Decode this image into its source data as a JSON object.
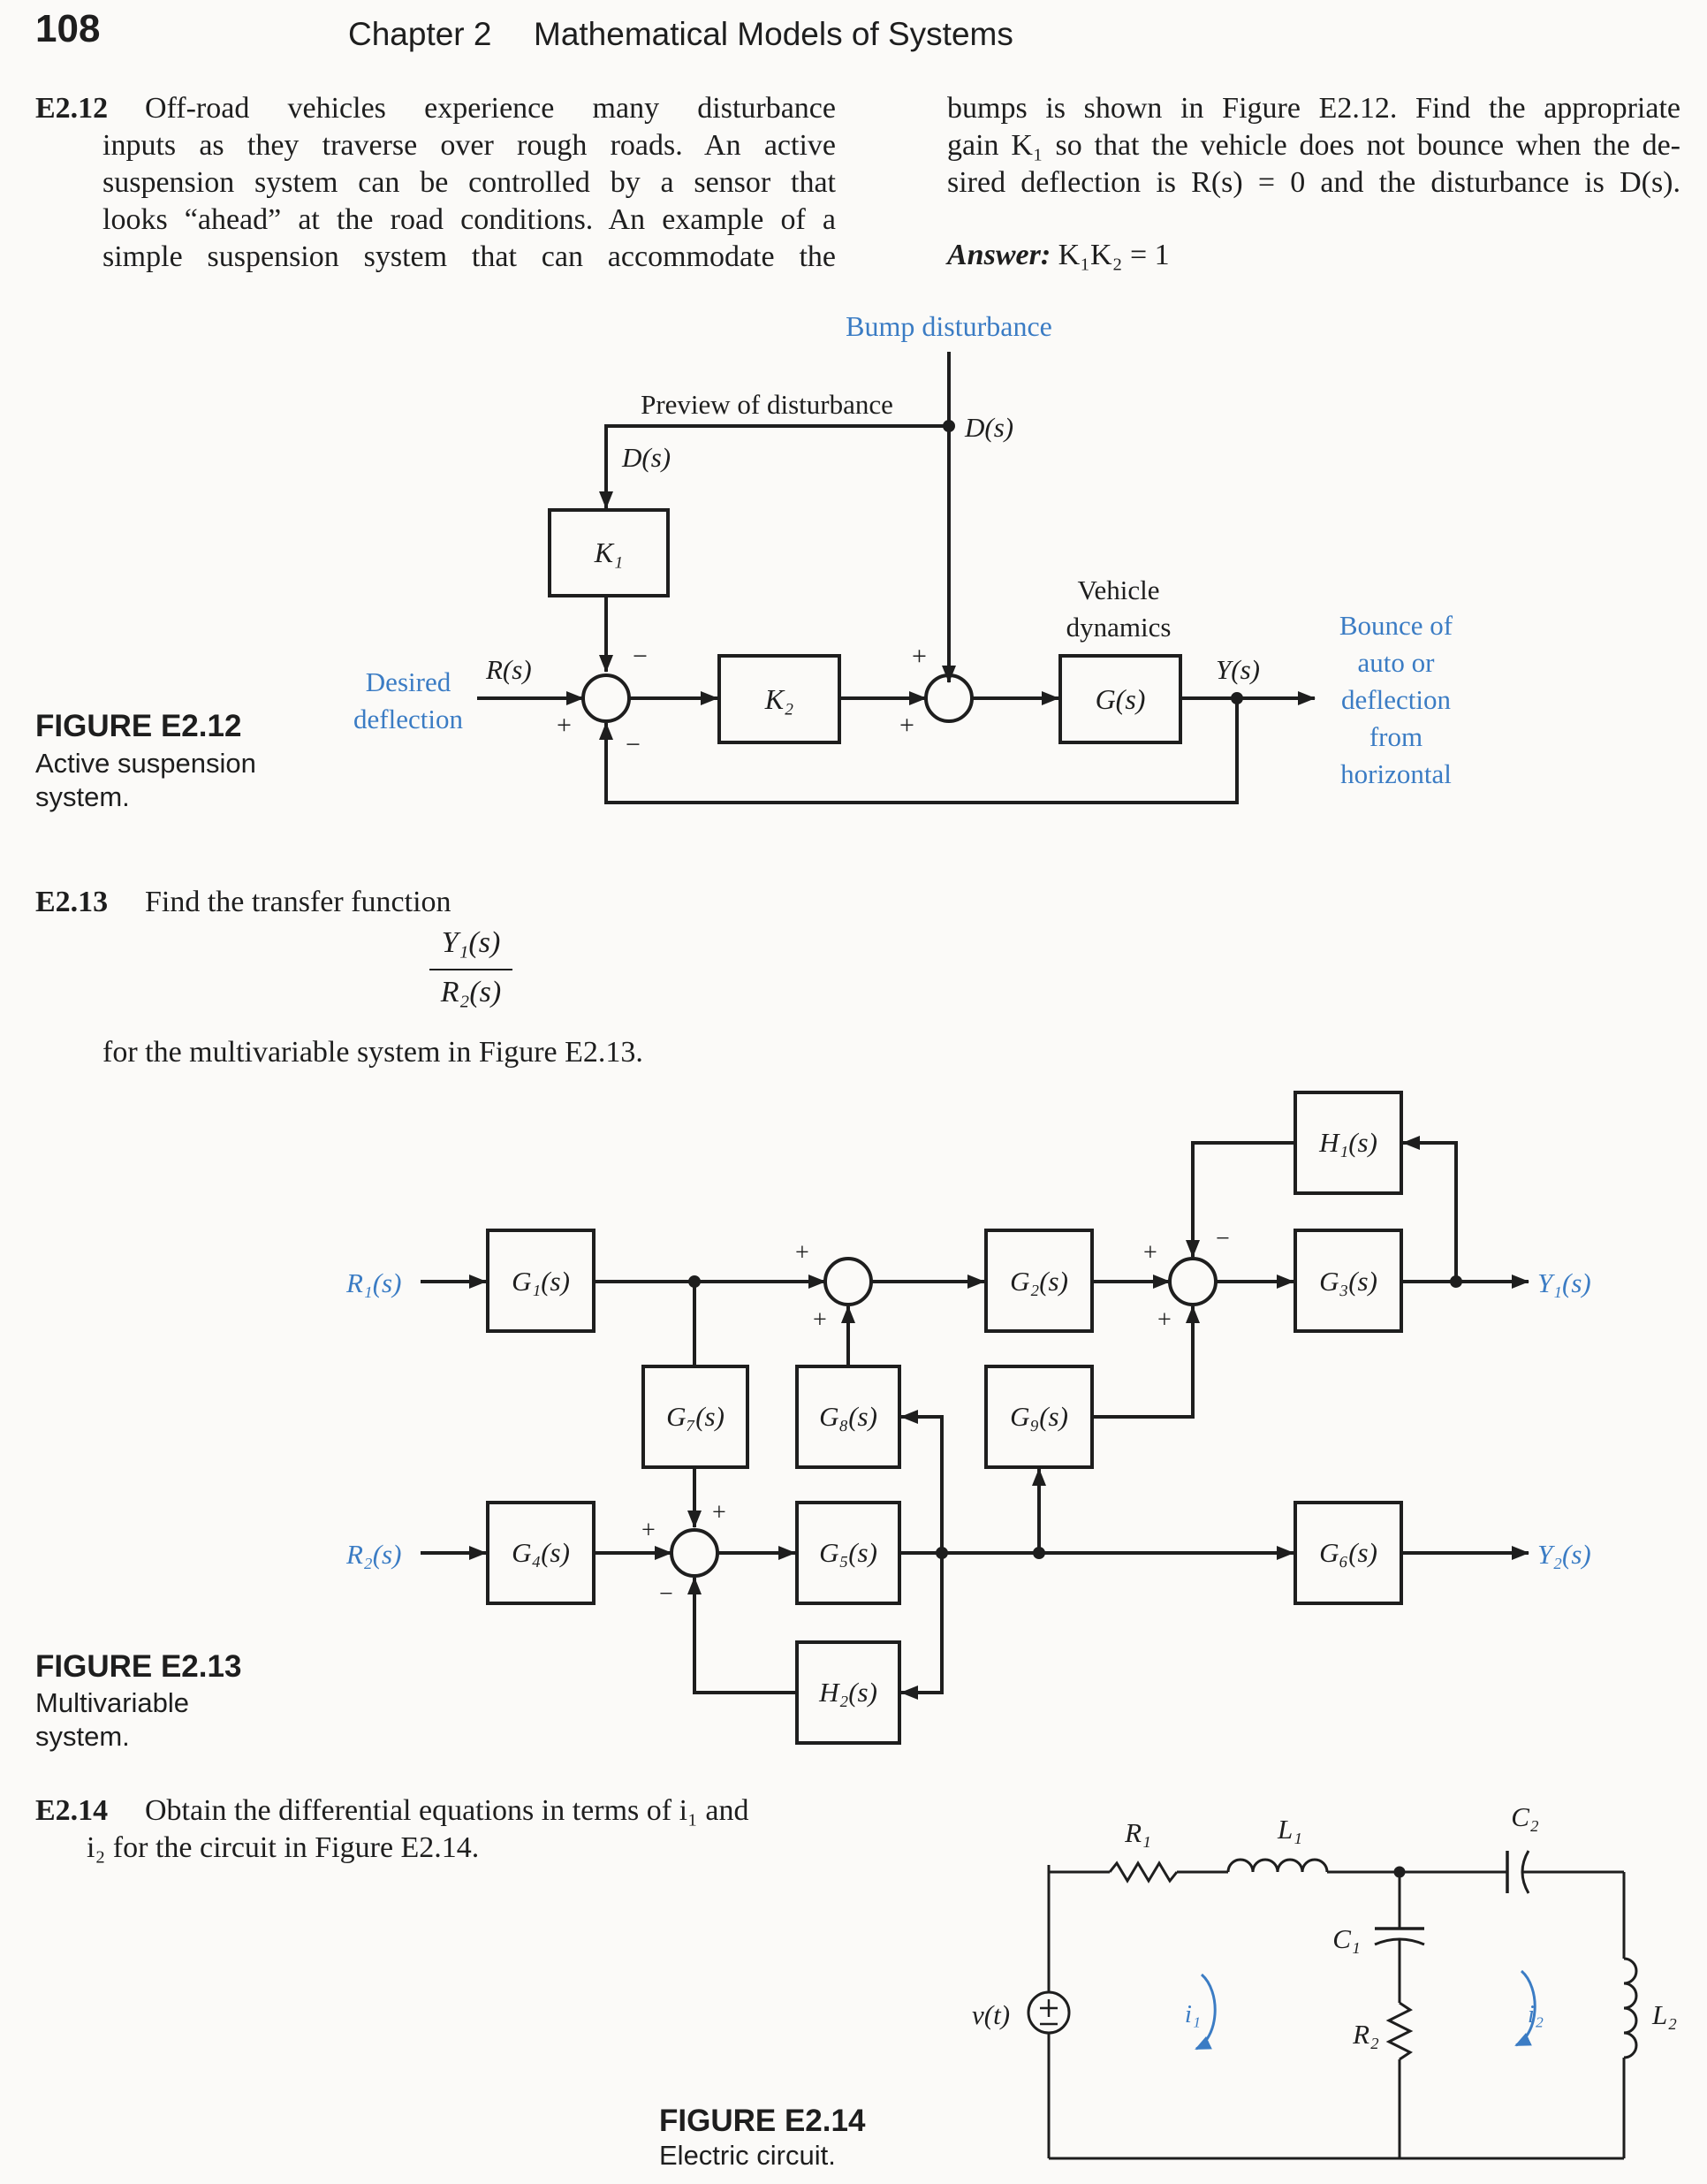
{
  "header": {
    "page_number": "108",
    "chapter": "Chapter 2",
    "chapter_title": "Mathematical Models of Systems"
  },
  "e2_12": {
    "number": "E2.12",
    "lines_left": [
      "Off-road vehicles experience many disturbance",
      "inputs as they traverse over rough roads. An active",
      "suspension system can be controlled by a sensor that",
      "looks “ahead” at the road conditions. An example of a",
      "simple suspension system that can accommodate the"
    ],
    "lines_right": [
      "bumps is shown in Figure E2.12. Find the appropriate",
      "gain K₁ so that the vehicle does not bounce when the de-",
      "sired deflection is R(s) = 0 and the disturbance is D(s)."
    ],
    "answer_label": "Answer:",
    "answer_value": "K₁K₂ = 1"
  },
  "figure_e2_12": {
    "caption_title": "FIGURE E2.12",
    "caption_lines": [
      "Active suspension",
      "system."
    ],
    "bump_disturbance": "Bump disturbance",
    "preview_of_disturbance": "Preview of disturbance",
    "d_label_left": "D(s)",
    "d_label_right": "D(s)",
    "k1": "K₁",
    "k2": "K₂",
    "vehicle_dynamics_lines": [
      "Vehicle",
      "dynamics"
    ],
    "g": "G(s)",
    "desired_deflection_lines": [
      "Desired",
      "deflection"
    ],
    "r": "R(s)",
    "y": "Y(s)",
    "output_lines": [
      "Bounce of",
      "auto or",
      "deflection",
      "from",
      "horizontal"
    ],
    "sign_plus": "+",
    "sign_minus": "−"
  },
  "e2_13": {
    "number": "E2.13",
    "text": "Find the transfer function",
    "numerator": "Y₁(s)",
    "denominator": "R₂(s)",
    "text_after": "for the multivariable system in Figure E2.13."
  },
  "figure_e2_13": {
    "caption_title": "FIGURE E2.13",
    "caption_lines": [
      "Multivariable",
      "system."
    ],
    "r1": "R₁(s)",
    "r2": "R₂(s)",
    "y1": "Y₁(s)",
    "y2": "Y₂(s)",
    "g1": "G₁(s)",
    "g2": "G₂(s)",
    "g3": "G₃(s)",
    "g4": "G₄(s)",
    "g5": "G₅(s)",
    "g6": "G₆(s)",
    "g7": "G₇(s)",
    "g8": "G₈(s)",
    "g9": "G₉(s)",
    "h1": "H₁(s)",
    "h2": "H₂(s)"
  },
  "e2_14": {
    "number": "E2.14",
    "line1": "Obtain the differential equations in terms of i₁ and",
    "line2": "i₂ for the circuit in Figure E2.14."
  },
  "figure_e2_14": {
    "caption_title": "FIGURE E2.14",
    "caption_text": "Electric circuit.",
    "r1": "R₁",
    "l1": "L₁",
    "c2": "C₂",
    "c1": "C₁",
    "r2": "R₂",
    "l2": "L₂",
    "source": "v(t)",
    "i1": "i₁",
    "i2": "i₂"
  },
  "colors": {
    "text": "#1e1e1e",
    "blue_label": "#3b7cc4",
    "line": "#1e1e1e",
    "background": "#fbfaf8"
  }
}
